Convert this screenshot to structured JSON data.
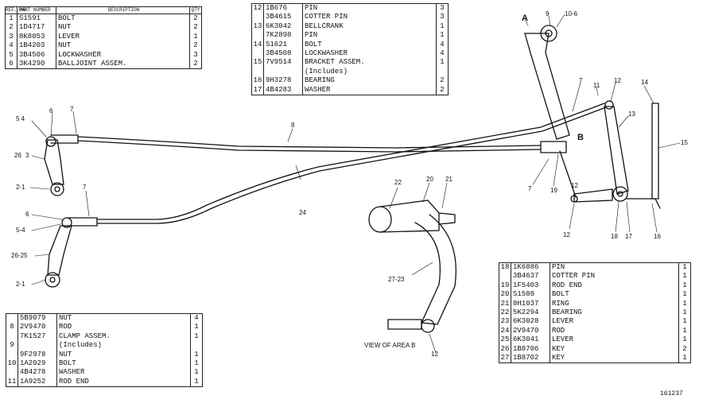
{
  "table1": {
    "header": {
      "no": "REF. NO.",
      "part": "PART NUMBER",
      "desc": "DESCRIPTION",
      "qty": "QTY"
    },
    "rows": [
      {
        "no": "1",
        "part": "S1591",
        "desc": "BOLT",
        "qty": "2"
      },
      {
        "no": "2",
        "part": "1D4717",
        "desc": "NUT",
        "qty": "2"
      },
      {
        "no": "3",
        "part": "8K8053",
        "desc": "LEVER",
        "qty": "1"
      },
      {
        "no": "4",
        "part": "1B4203",
        "desc": "NUT",
        "qty": "2"
      },
      {
        "no": "5",
        "part": "3B4506",
        "desc": "LOCKWASHER",
        "qty": "3"
      },
      {
        "no": "6",
        "part": "3K4290",
        "desc": "BALLJOINT ASSEM.",
        "qty": "2"
      }
    ]
  },
  "table2": {
    "rows": [
      {
        "no": "12",
        "part": "1B676",
        "desc": "PIN",
        "qty": "3"
      },
      {
        "no": "",
        "part": "3B4615",
        "desc": "COTTER PIN",
        "qty": "3"
      },
      {
        "no": "13",
        "part": "6K3042",
        "desc": "BELLCRANK",
        "qty": "1"
      },
      {
        "no": "",
        "part": "7K2898",
        "desc": "PIN",
        "qty": "1"
      },
      {
        "no": "14",
        "part": "S1621",
        "desc": "BOLT",
        "qty": "4"
      },
      {
        "no": "",
        "part": "3B4508",
        "desc": "LOCKWASHER",
        "qty": "4"
      },
      {
        "no": "15",
        "part": "7V9514",
        "desc": "BRACKET ASSEM.",
        "qty": "1"
      },
      {
        "no": "",
        "part": "",
        "desc": "(Includes)",
        "qty": ""
      },
      {
        "no": "16",
        "part": "9H3278",
        "desc": "BEARING",
        "qty": "2"
      },
      {
        "no": "17",
        "part": "4B4283",
        "desc": "WASHER",
        "qty": "2"
      }
    ]
  },
  "table3": {
    "rows": [
      {
        "no": "",
        "part": "5B9079",
        "desc": "NUT",
        "qty": "4"
      },
      {
        "no": "8",
        "part": "2V9470",
        "desc": "ROD",
        "qty": "1"
      },
      {
        "no": "",
        "part": "7K1527",
        "desc": "CLAMP ASSEM.",
        "qty": "1"
      },
      {
        "no": "9",
        "part": "",
        "desc": "(Includes)",
        "qty": ""
      },
      {
        "no": "",
        "part": "9F2978",
        "desc": "NUT",
        "qty": "1"
      },
      {
        "no": "10",
        "part": "1A2029",
        "desc": "BOLT",
        "qty": "1"
      },
      {
        "no": "",
        "part": "4B4278",
        "desc": "WASHER",
        "qty": "1"
      },
      {
        "no": "11",
        "part": "1A9252",
        "desc": "ROD END",
        "qty": "1"
      }
    ]
  },
  "table4": {
    "rows": [
      {
        "no": "18",
        "part": "1K6886",
        "desc": "PIN",
        "qty": "1"
      },
      {
        "no": "",
        "part": "3B4637",
        "desc": "COTTER PIN",
        "qty": "1"
      },
      {
        "no": "19",
        "part": "1F5403",
        "desc": "ROD END",
        "qty": "1"
      },
      {
        "no": "20",
        "part": "S1588",
        "desc": "BOLT",
        "qty": "1"
      },
      {
        "no": "21",
        "part": "8H1037",
        "desc": "RING",
        "qty": "1"
      },
      {
        "no": "22",
        "part": "5K2294",
        "desc": "BEARING",
        "qty": "1"
      },
      {
        "no": "23",
        "part": "6K3028",
        "desc": "LEVER",
        "qty": "1"
      },
      {
        "no": "24",
        "part": "2V9470",
        "desc": "ROD",
        "qty": "1"
      },
      {
        "no": "25",
        "part": "6K3041",
        "desc": "LEVER",
        "qty": "1"
      },
      {
        "no": "26",
        "part": "1B8706",
        "desc": "KEY",
        "qty": "2"
      },
      {
        "no": "27",
        "part": "1B8702",
        "desc": "KEY",
        "qty": "1"
      }
    ]
  },
  "callouts": {
    "c54a": "5 4",
    "c6a": "6",
    "c7a": "7",
    "c26a": "26",
    "c3": "3",
    "c21a": "2-1",
    "c6b": "6",
    "c7b": "7",
    "c54b": "5-4",
    "c2625": "26-25",
    "c21b": "2-1",
    "c8": "8",
    "c24": "24",
    "c22": "22",
    "c20": "20",
    "c21": "21",
    "c2723": "27-23",
    "c12v": "12",
    "cA": "A",
    "c9": "9",
    "c106": "10-6",
    "c7c": "7",
    "c11": "11",
    "c12a": "12",
    "c14": "14",
    "cB": "B",
    "c13": "13",
    "c15": "15",
    "c7d": "7",
    "c19": "19",
    "c12b": "12",
    "c12c": "12",
    "c18": "18",
    "c17": "17",
    "c16": "16"
  },
  "view_title": "VIEW OF AREA B",
  "diagram_number": "161237"
}
